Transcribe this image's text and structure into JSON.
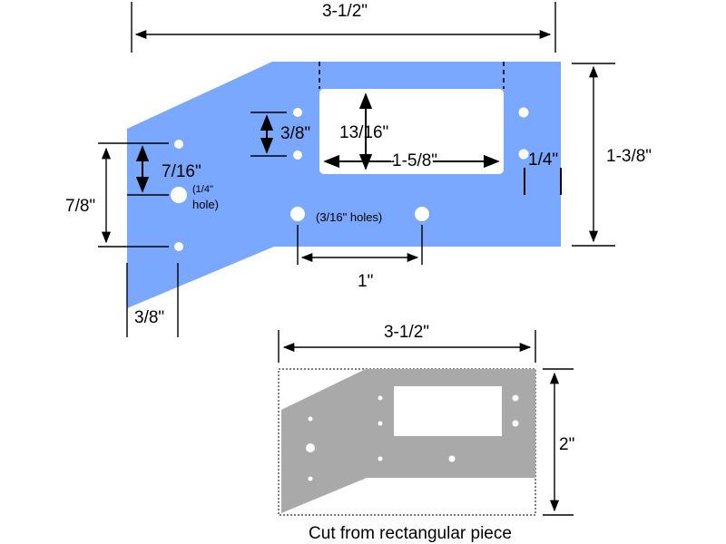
{
  "colors": {
    "plate_main": "#7aa7ff",
    "plate_cut": "#a9a9a9",
    "hole": "#ffffff",
    "line": "#000000"
  },
  "top_view": {
    "overall_width": "3-1/2\"",
    "overall_height": "1-3/8\"",
    "window_height": "13/16\"",
    "window_width": "1-5/8\"",
    "hole_spacing_vertical_small": "3/8\"",
    "left_hole_spacing_upper": "7/16\"",
    "left_hole_label_line1": "(1/4\"",
    "left_hole_label_line2": "hole)",
    "left_hole_spacing_total": "7/8\"",
    "bottom_holes_label": "(3/16\" holes)",
    "bottom_hole_spacing": "1\"",
    "left_edge_offset": "3/8\"",
    "right_edge_offset": "1/4\""
  },
  "cut_view": {
    "width": "3-1/2\"",
    "height": "2\"",
    "caption": "Cut from rectangular piece"
  }
}
